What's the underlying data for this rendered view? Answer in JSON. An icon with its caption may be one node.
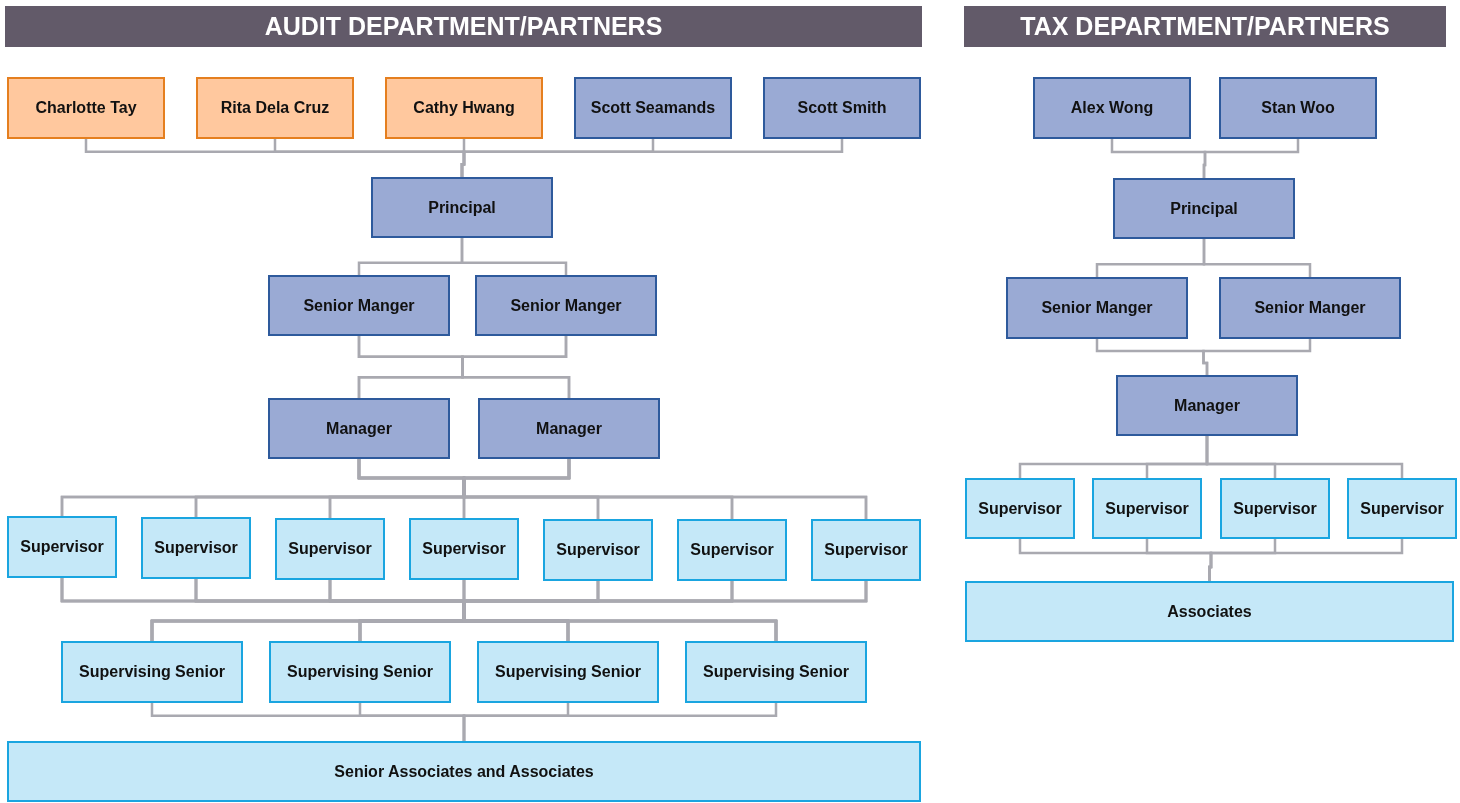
{
  "diagram": {
    "nodes": [
      {
        "text": [
          "AUDIT DEPARTMENT/PARTNERS"
        ]
      },
      {
        "text": [
          "Charlotte Tay"
        ]
      },
      {
        "text": [
          "Rita Dela Cruz"
        ]
      },
      {
        "text": [
          "Cathy Hwang"
        ]
      },
      {
        "text": [
          "Scott Seamands"
        ]
      },
      {
        "text": [
          "Scott Smith"
        ]
      },
      {
        "text": [
          "Principal"
        ]
      },
      {
        "text": [
          "Senior Manger"
        ]
      },
      {
        "text": [
          "Senior Manger"
        ]
      },
      {
        "text": [
          "Manager"
        ]
      },
      {
        "text": [
          "Manager"
        ]
      },
      {
        "text": [
          "Supervisor"
        ]
      },
      {
        "text": [
          "Supervisor"
        ]
      },
      {
        "text": [
          "Supervisor"
        ]
      },
      {
        "text": [
          "Supervisor"
        ]
      },
      {
        "text": [
          "Supervisor"
        ]
      },
      {
        "text": [
          "Supervisor"
        ]
      },
      {
        "text": [
          "Supervisor"
        ]
      },
      {
        "text": [
          "Supervising Senior"
        ]
      },
      {
        "text": [
          "Supervising Senior"
        ]
      },
      {
        "text": [
          "Supervising Senior"
        ]
      },
      {
        "text": [
          "Supervising Senior"
        ]
      },
      {
        "text": [
          "Senior Associates and Associates"
        ]
      },
      {
        "text": [
          "TAX DEPARTMENT/PARTNERS"
        ]
      },
      {
        "text": [
          "Alex Wong"
        ]
      },
      {
        "text": [
          "Stan Woo"
        ]
      },
      {
        "text": [
          "Principal"
        ]
      },
      {
        "text": [
          "Senior Manger"
        ]
      },
      {
        "text": [
          "Senior Manger"
        ]
      },
      {
        "text": [
          "Manager"
        ]
      },
      {
        "text": [
          "Supervisor"
        ]
      },
      {
        "text": [
          "Supervisor"
        ]
      },
      {
        "text": [
          "Supervisor"
        ]
      },
      {
        "text": [
          "Supervisor"
        ]
      },
      {
        "text": [
          "Associates"
        ]
      }
    ],
    "edges": [
      {
        "from": 1,
        "to": 6,
        "arrow": "none"
      },
      {
        "from": 2,
        "to": 6,
        "arrow": "none"
      },
      {
        "from": 3,
        "to": 6,
        "arrow": "none"
      },
      {
        "from": 4,
        "to": 6,
        "arrow": "none"
      },
      {
        "from": 5,
        "to": 6,
        "arrow": "none"
      },
      {
        "from": 6,
        "to": 7,
        "arrow": "none"
      },
      {
        "from": 6,
        "to": 8,
        "arrow": "none"
      },
      {
        "from": 7,
        "to": 9,
        "arrow": "none"
      },
      {
        "from": 7,
        "to": 10,
        "arrow": "none"
      },
      {
        "from": 8,
        "to": 9,
        "arrow": "none"
      },
      {
        "from": 8,
        "to": 10,
        "arrow": "none"
      },
      {
        "from": 9,
        "to": 11,
        "arrow": "none"
      },
      {
        "from": 9,
        "to": 12,
        "arrow": "none"
      },
      {
        "from": 9,
        "to": 13,
        "arrow": "none"
      },
      {
        "from": 9,
        "to": 14,
        "arrow": "none"
      },
      {
        "from": 9,
        "to": 15,
        "arrow": "none"
      },
      {
        "from": 9,
        "to": 16,
        "arrow": "none"
      },
      {
        "from": 9,
        "to": 17,
        "arrow": "none"
      },
      {
        "from": 10,
        "to": 11,
        "arrow": "none"
      },
      {
        "from": 10,
        "to": 12,
        "arrow": "none"
      },
      {
        "from": 10,
        "to": 13,
        "arrow": "none"
      },
      {
        "from": 10,
        "to": 14,
        "arrow": "none"
      },
      {
        "from": 10,
        "to": 15,
        "arrow": "none"
      },
      {
        "from": 10,
        "to": 16,
        "arrow": "none"
      },
      {
        "from": 10,
        "to": 17,
        "arrow": "none"
      },
      {
        "from": 11,
        "to": 18,
        "arrow": "none"
      },
      {
        "from": 11,
        "to": 19,
        "arrow": "none"
      },
      {
        "from": 11,
        "to": 20,
        "arrow": "none"
      },
      {
        "from": 11,
        "to": 21,
        "arrow": "none"
      },
      {
        "from": 12,
        "to": 18,
        "arrow": "none"
      },
      {
        "from": 12,
        "to": 19,
        "arrow": "none"
      },
      {
        "from": 12,
        "to": 20,
        "arrow": "none"
      },
      {
        "from": 12,
        "to": 21,
        "arrow": "none"
      },
      {
        "from": 13,
        "to": 18,
        "arrow": "none"
      },
      {
        "from": 13,
        "to": 19,
        "arrow": "none"
      },
      {
        "from": 13,
        "to": 20,
        "arrow": "none"
      },
      {
        "from": 13,
        "to": 21,
        "arrow": "none"
      },
      {
        "from": 14,
        "to": 18,
        "arrow": "none"
      },
      {
        "from": 14,
        "to": 19,
        "arrow": "none"
      },
      {
        "from": 14,
        "to": 20,
        "arrow": "none"
      },
      {
        "from": 14,
        "to": 21,
        "arrow": "none"
      },
      {
        "from": 15,
        "to": 18,
        "arrow": "none"
      },
      {
        "from": 15,
        "to": 19,
        "arrow": "none"
      },
      {
        "from": 15,
        "to": 20,
        "arrow": "none"
      },
      {
        "from": 15,
        "to": 21,
        "arrow": "none"
      },
      {
        "from": 16,
        "to": 18,
        "arrow": "none"
      },
      {
        "from": 16,
        "to": 19,
        "arrow": "none"
      },
      {
        "from": 16,
        "to": 20,
        "arrow": "none"
      },
      {
        "from": 16,
        "to": 21,
        "arrow": "none"
      },
      {
        "from": 17,
        "to": 18,
        "arrow": "none"
      },
      {
        "from": 17,
        "to": 19,
        "arrow": "none"
      },
      {
        "from": 17,
        "to": 20,
        "arrow": "none"
      },
      {
        "from": 17,
        "to": 21,
        "arrow": "none"
      },
      {
        "from": 18,
        "to": 22,
        "arrow": "none"
      },
      {
        "from": 19,
        "to": 22,
        "arrow": "none"
      },
      {
        "from": 20,
        "to": 22,
        "arrow": "none"
      },
      {
        "from": 21,
        "to": 22,
        "arrow": "none"
      },
      {
        "from": 24,
        "to": 26,
        "arrow": "none"
      },
      {
        "from": 25,
        "to": 26,
        "arrow": "none"
      },
      {
        "from": 26,
        "to": 27,
        "arrow": "none"
      },
      {
        "from": 26,
        "to": 28,
        "arrow": "none"
      },
      {
        "from": 27,
        "to": 29,
        "arrow": "none"
      },
      {
        "from": 28,
        "to": 29,
        "arrow": "none"
      },
      {
        "from": 29,
        "to": 30,
        "arrow": "none"
      },
      {
        "from": 29,
        "to": 31,
        "arrow": "none"
      },
      {
        "from": 29,
        "to": 32,
        "arrow": "none"
      },
      {
        "from": 29,
        "to": 33,
        "arrow": "none"
      },
      {
        "from": 30,
        "to": 34,
        "arrow": "none"
      },
      {
        "from": 31,
        "to": 34,
        "arrow": "none"
      },
      {
        "from": 32,
        "to": 34,
        "arrow": "none"
      },
      {
        "from": 33,
        "to": 34,
        "arrow": "none"
      }
    ]
  }
}
